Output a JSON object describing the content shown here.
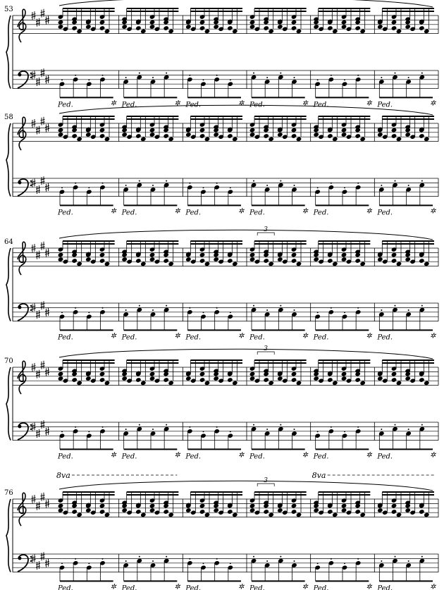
{
  "document": {
    "type": "piano-sheet-music",
    "key_signature": "E major (4 sharps)",
    "systems": [
      {
        "measure_number": "53",
        "measures": 6
      },
      {
        "measure_number": "58",
        "measures": 6
      },
      {
        "measure_number": "64",
        "measures": 6
      },
      {
        "measure_number": "70",
        "measures": 6
      },
      {
        "measure_number": "76",
        "measures": 6
      }
    ],
    "pedal_mark": "Ped.",
    "pedal_release": "✲",
    "octave_mark": "8va",
    "triplet": "3"
  }
}
